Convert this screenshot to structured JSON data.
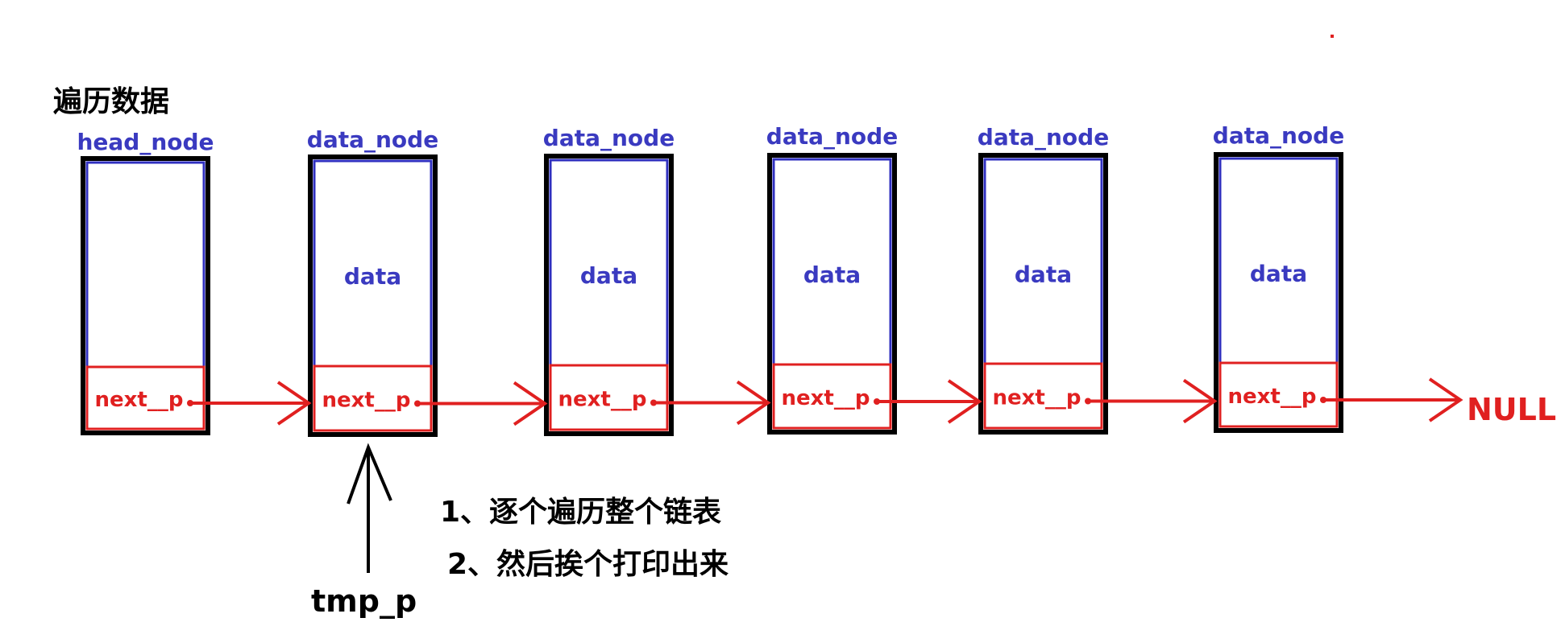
{
  "title": "遍历数据",
  "nodes": [
    {
      "label": "head_node",
      "data_label": "",
      "pointer_label": "next__p"
    },
    {
      "label": "data_node",
      "data_label": "data",
      "pointer_label": "next__p"
    },
    {
      "label": "data_node",
      "data_label": "data",
      "pointer_label": "next__p"
    },
    {
      "label": "data_node",
      "data_label": "data",
      "pointer_label": "next__p"
    },
    {
      "label": "data_node",
      "data_label": "data",
      "pointer_label": "next__p"
    },
    {
      "label": "data_node",
      "data_label": "data",
      "pointer_label": "next__p"
    }
  ],
  "null_label": "NULL",
  "pointer_var": "tmp_p",
  "steps": [
    "1、逐个遍历整个链表",
    "2、然后挨个打印出来"
  ],
  "colors": {
    "outline": "#000000",
    "data_box": "#2f2fbf",
    "pointer_box": "#e02020",
    "node_label": "#3a3ac0",
    "arrow": "#e02020",
    "text": "#000000"
  }
}
